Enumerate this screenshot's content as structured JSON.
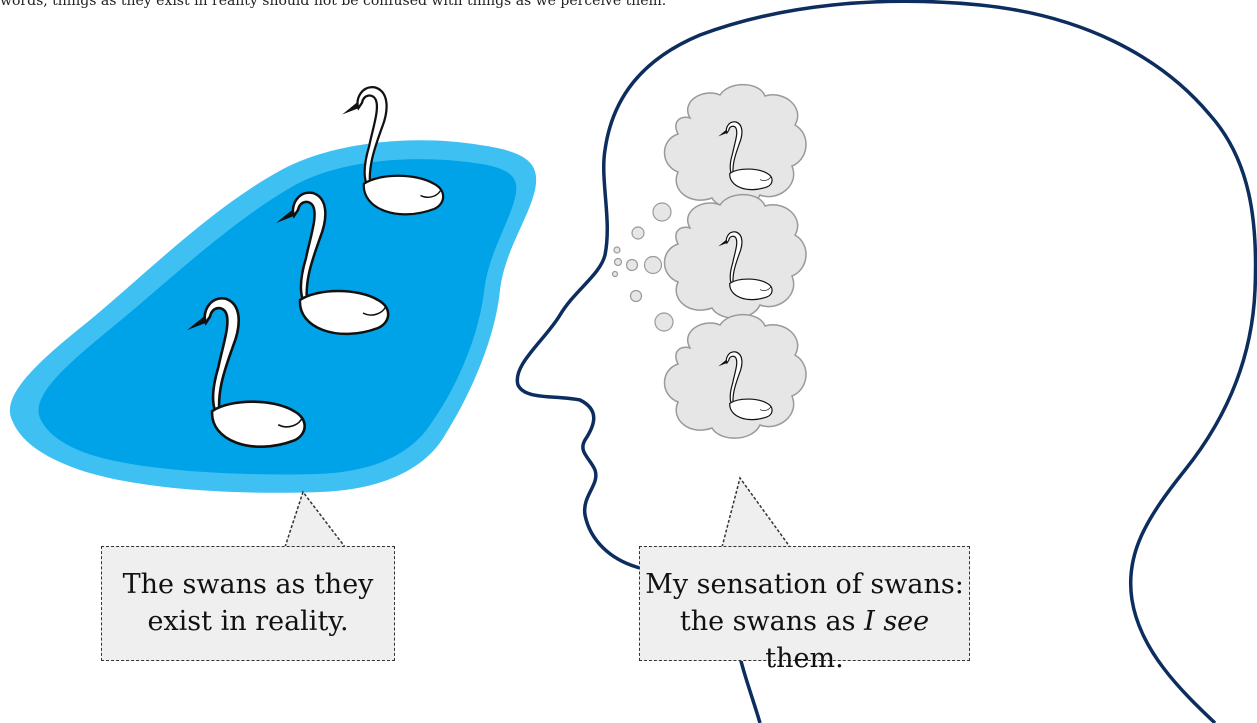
{
  "caption_top": "words, things as they exist in reality should not be confused with things as we perceive them.",
  "callout_reality": {
    "line1": "The swans as they",
    "line2": "exist in reality."
  },
  "callout_perception": {
    "line1": "My sensation of swans:",
    "line2_prefix": "the swans as ",
    "line2_emph": "I see",
    "line2_suffix": " them."
  },
  "colors": {
    "pond_outer": "#3fc0f3",
    "pond_inner": "#00a3e8",
    "head_outline": "#0c2d5e",
    "thought_cloud": "#e6e6e6",
    "callout_bg": "#efefef"
  }
}
